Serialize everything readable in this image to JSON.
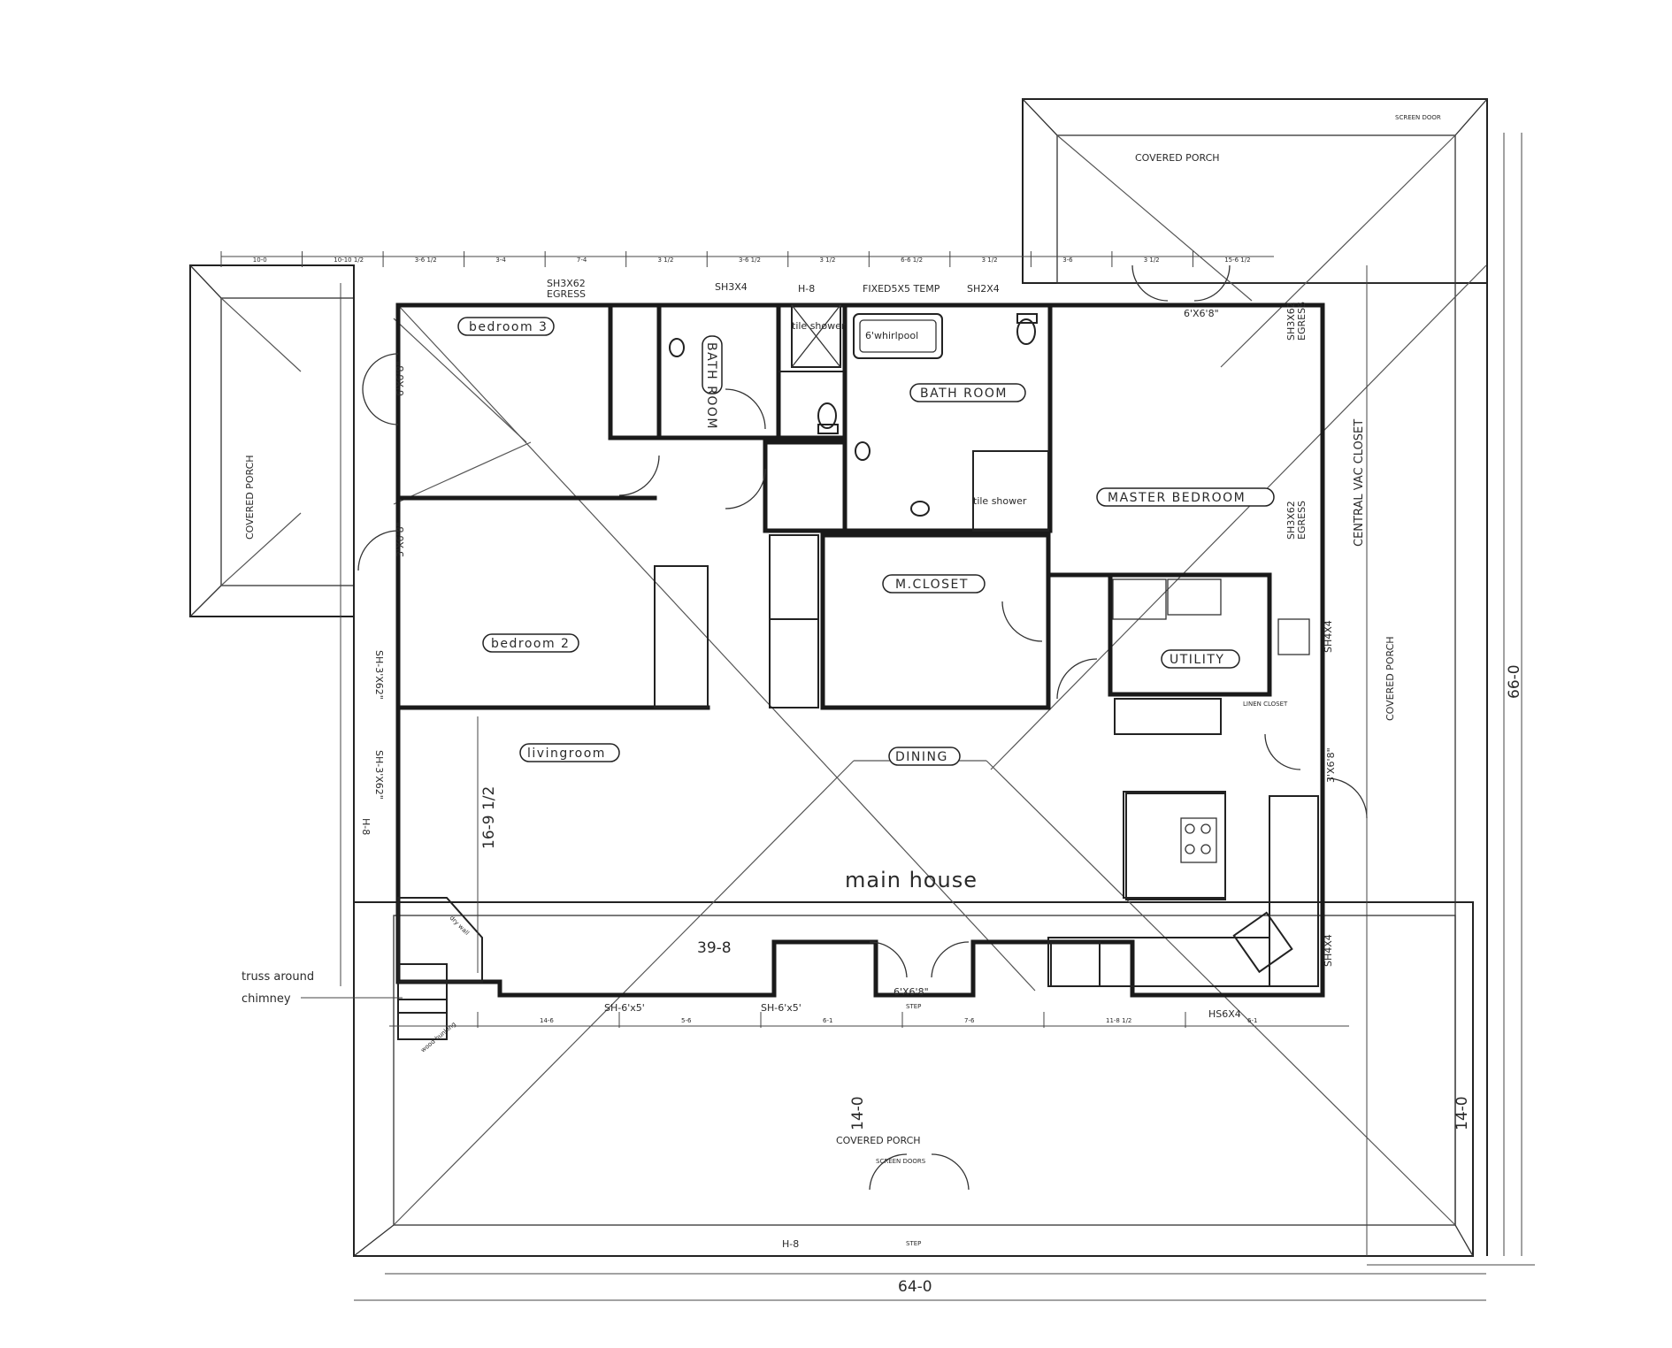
{
  "rooms": {
    "bedroom3": "bedroom 3",
    "bedroom2": "bedroom 2",
    "bath_small": "BATH ROOM",
    "bath_master": "BATH ROOM",
    "master_bedroom": "MASTER BEDROOM",
    "m_closet": "M.CLOSET",
    "utility": "UTILITY",
    "livingroom": "livingroom",
    "dining": "DINING",
    "main_house": "main house"
  },
  "porches": {
    "top_right": "COVERED PORCH",
    "left": "COVERED PORCH",
    "right": "COVERED PORCH",
    "bottom": "COVERED PORCH"
  },
  "fixtures": {
    "whirlpool": "6'whirlpool",
    "tile_shower_upper": "tile shower",
    "tile_shower_master": "tile shower",
    "central_vac_closet": "CENTRAL VAC CLOSET",
    "linen_closet": "LINEN CLOSET",
    "wood_bunker": "wood bunking",
    "dry_wall": "dry wall"
  },
  "windows": {
    "sh3x62_top": "SH3X62",
    "egress_top": "EGRESS",
    "sh3x4_top": "SH3X4",
    "h8_top": "H-8",
    "fixed5x5": "FIXED5X5 TEMP",
    "sh2x4_top": "SH2X4",
    "sh3x62_right1": "SH3X62",
    "egress_right1": "EGRESS",
    "sh3x62_right2": "SH3X62",
    "egress_right2": "EGRESS",
    "sh4x4_right1": "SH4X4",
    "sh4x4_right2": "SH4X4",
    "sh3x62_left1": "SH-3'X62\"",
    "sh3x62_left2": "SH-3'X62\"",
    "h8_left": "H-8",
    "sh6x5_a": "SH-6'x5'",
    "sh6x5_b": "SH-6'x5'",
    "hs6x4": "HS6X4",
    "h8_bottom": "H-8"
  },
  "doors": {
    "door_top_master": "6'X6'8\"",
    "door_left_upper": "6'X6'8\"",
    "door_left_lower": "3'X6'8\"",
    "door_right": "3'X6'8\"",
    "door_bottom": "6'X6'8\"",
    "step_label": "STEP",
    "screen_door_label": "SCREEN DOOR",
    "screen_doors_label": "SCREEN DOORS"
  },
  "dimensions": {
    "living_height": "16-9 1/2",
    "living_width": "39-8",
    "overall_height": "66-0",
    "overall_width": "64-0",
    "porch_depth_left": "14-0",
    "porch_depth_right": "14-0",
    "top_segments": [
      "10-0",
      "10-10 1/2",
      "3-6 1/2",
      "3-4",
      "7-4",
      "3 1/2",
      "3-6 1/2",
      "3 1/2",
      "6-6 1/2",
      "3 1/2",
      "3-6",
      "3 1/2",
      "15-6 1/2"
    ],
    "bottom_segments": [
      "14-6",
      "5-6",
      "6-1",
      "7-6",
      "11-8 1/2",
      "6-1"
    ]
  },
  "notes": {
    "truss_line1": "truss around",
    "truss_line2": "chimney"
  }
}
